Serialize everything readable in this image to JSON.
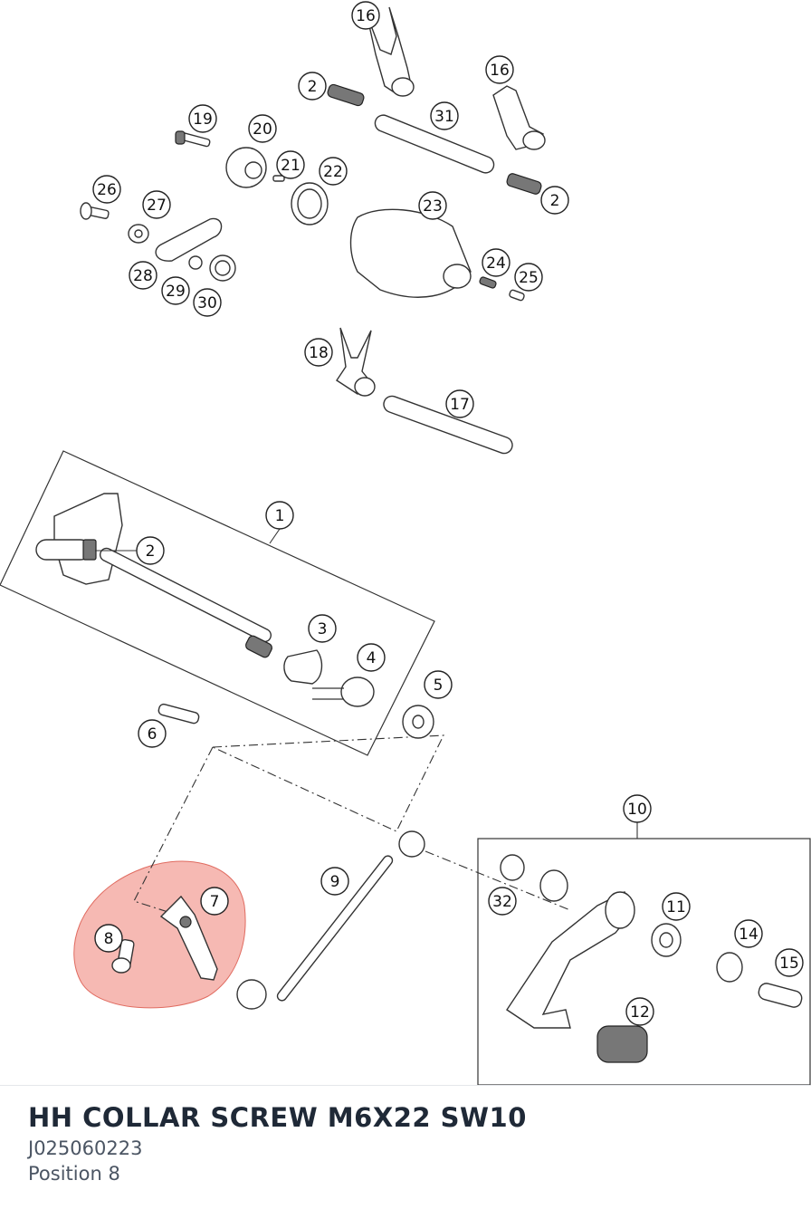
{
  "diagram": {
    "callouts": [
      "16",
      "2",
      "31",
      "16",
      "19",
      "20",
      "21",
      "22",
      "2",
      "26",
      "27",
      "23",
      "24",
      "25",
      "28",
      "29",
      "30",
      "18",
      "17",
      "1",
      "2",
      "3",
      "4",
      "5",
      "6",
      "10",
      "7",
      "8",
      "9",
      "32",
      "11",
      "14",
      "15",
      "12"
    ],
    "highlight_color": "#f08a80"
  },
  "part": {
    "name": "HH COLLAR SCREW M6X22 SW10",
    "number": "J025060223",
    "position": "Position 8"
  }
}
